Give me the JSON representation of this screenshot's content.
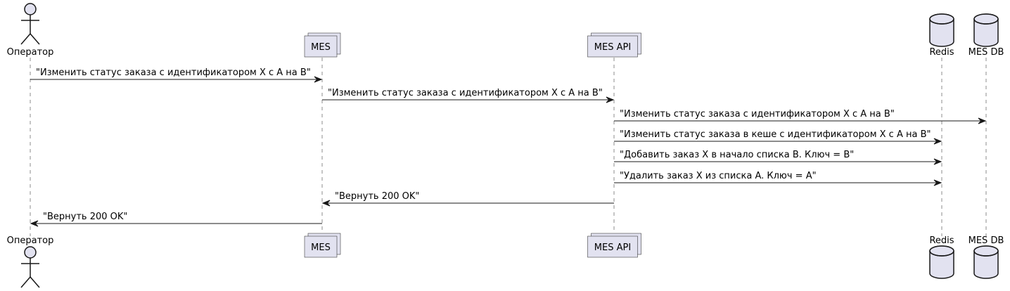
{
  "participants": [
    {
      "id": "operator",
      "kind": "actor",
      "label": "Оператор"
    },
    {
      "id": "mes",
      "kind": "collections",
      "label": "MES"
    },
    {
      "id": "mes_api",
      "kind": "collections",
      "label": "MES API"
    },
    {
      "id": "redis",
      "kind": "database",
      "label": "Redis"
    },
    {
      "id": "mes_db",
      "kind": "database",
      "label": "MES DB"
    }
  ],
  "messages": [
    {
      "from": "operator",
      "to": "mes",
      "text": "\"Изменить статус заказа с идентификатором X с A на B\""
    },
    {
      "from": "mes",
      "to": "mes_api",
      "text": "\"Изменить статус заказа с идентификатором X с A на B\""
    },
    {
      "from": "mes_api",
      "to": "mes_db",
      "text": "\"Изменить статус заказа с идентификатором X с A на B\""
    },
    {
      "from": "mes_api",
      "to": "redis",
      "text": "\"Изменить статус заказа в кеше с идентификатором X с A на B\""
    },
    {
      "from": "mes_api",
      "to": "redis",
      "text": "\"Добавить заказ X в начало списка B. Ключ = B\""
    },
    {
      "from": "mes_api",
      "to": "redis",
      "text": "\"Удалить заказ X из списка A. Ключ = A\""
    },
    {
      "from": "mes_api",
      "to": "mes",
      "text": "\"Вернуть 200 OK\""
    },
    {
      "from": "mes",
      "to": "operator",
      "text": "\"Вернуть 200 OK\""
    }
  ],
  "colors": {
    "participant_fill": "#E2E2F0",
    "line": "#181818",
    "text": "#000000",
    "background": "#FFFFFF"
  }
}
